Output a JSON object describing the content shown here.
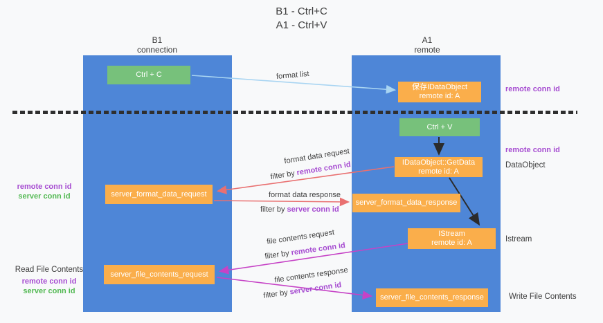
{
  "title": {
    "line1": "B1 - Ctrl+C",
    "line2": "A1 - Ctrl+V"
  },
  "lanes": {
    "left": {
      "name": "B1",
      "role": "connection"
    },
    "right": {
      "name": "A1",
      "role": "remote"
    }
  },
  "nodes": {
    "ctrl_c": "Ctrl + C",
    "ctrl_v": "Ctrl + V",
    "save_idataobject": {
      "line1": "保存IDataObject",
      "line2": "remote id: A"
    },
    "idataobject_getdata": {
      "line1": "IDataObject::GetData",
      "line2": "remote id: A"
    },
    "istream": {
      "line1": "IStream",
      "line2": "remote id: A"
    },
    "server_format_data_request": "server_format_data_request",
    "server_format_data_response": "server_format_data_response",
    "server_file_contents_request": "server_file_contents_request",
    "server_file_contents_response": "server_file_contents_response"
  },
  "flow_labels": {
    "format_list": "format list",
    "format_data_request": "format data request",
    "format_data_response": "format data response",
    "file_contents_request": "file contents request",
    "file_contents_response": "file contents response",
    "filter_by": "filter by",
    "remote_conn_id": "remote conn id",
    "server_conn_id": "server conn id"
  },
  "side_labels": {
    "remote_conn_id": "remote conn id",
    "server_conn_id": "server conn id",
    "dataobject": "DataObject",
    "istream": "Istream",
    "read_file_contents": "Read File Contents",
    "write_file_contents": "Write File Contents"
  },
  "colors": {
    "lane_blue": "#4e86d7",
    "node_orange": "#faae4b",
    "node_green": "#77c17b",
    "arrow_light_blue": "#a9d5f2",
    "arrow_red": "#e97070",
    "arrow_magenta": "#c643c6",
    "arrow_black": "#2b2b2b",
    "label_purple": "#a64cd1",
    "label_green": "#53b953",
    "background": "#f8f9fa"
  }
}
